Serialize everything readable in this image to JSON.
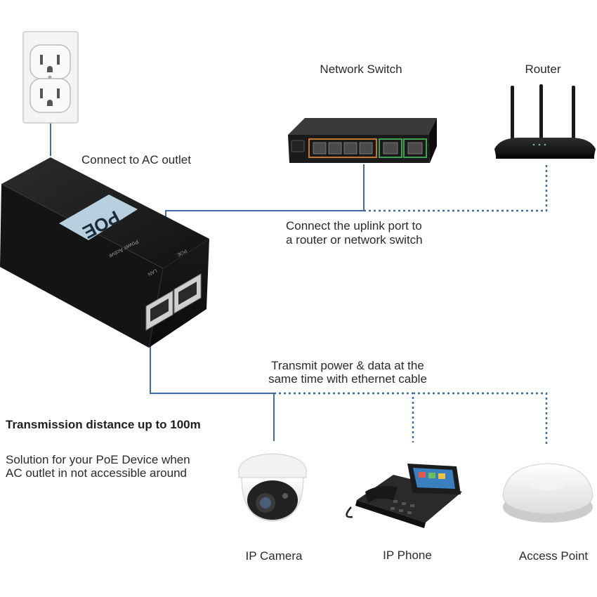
{
  "labels": {
    "network_switch": "Network Switch",
    "router": "Router",
    "ac_outlet": "Connect to AC outlet",
    "uplink_line1": "Connect the uplink port to",
    "uplink_line2": "a router or network switch",
    "transmit_line1": "Transmit power & data at the",
    "transmit_line2": "same time with ethernet cable",
    "distance": "Transmission distance up to 100m",
    "solution_line1": "Solution for your PoE Device when",
    "solution_line2": "AC outlet in not accessible around",
    "ip_camera": "IP Camera",
    "ip_phone": "IP Phone",
    "access_point": "Access Point"
  },
  "injector": {
    "logo": "POE",
    "status": "Power Active",
    "port_poe": "POE",
    "port_lan": "LAN"
  },
  "colors": {
    "cable": "#3d6ca8",
    "device_dark": "#1c1c1c",
    "port_green": "#3fa34d",
    "port_orange": "#c8762a",
    "logo_panel": "#b8cfe0"
  }
}
